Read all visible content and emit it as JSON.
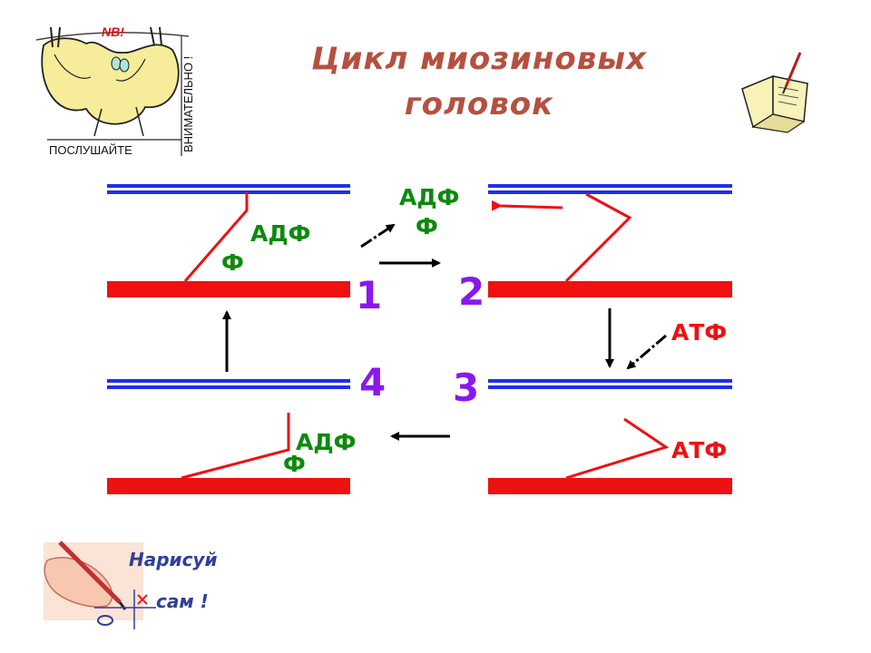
{
  "title": {
    "line1": "Цикл миозиновых",
    "line2": "головок"
  },
  "badge_listen": {
    "nb": "NB!",
    "bottom_text": "ПОСЛУШАЙТЕ",
    "side_text": "ВНИМАТЕЛЬНО !"
  },
  "badge_draw": {
    "line1": "Нарисуй",
    "line2": "сам !"
  },
  "panels": [
    {
      "number": "1",
      "labels": [
        "АДФ",
        "Ф"
      ]
    },
    {
      "number": "2",
      "labels": []
    },
    {
      "number": "3",
      "labels": [
        "АТФ"
      ]
    },
    {
      "number": "4",
      "labels": [
        "АДФ",
        "Ф"
      ]
    }
  ],
  "transitions": {
    "released": [
      "АДФ",
      "Ф"
    ],
    "added": "АТФ"
  },
  "colors": {
    "actin": "#1f2fe8",
    "myosin": "#ee1111",
    "arrow": "#000000",
    "label_green": "#0c8a0c",
    "label_red": "#ee1111",
    "number": "#8a18ee",
    "title": "#b5503f"
  }
}
